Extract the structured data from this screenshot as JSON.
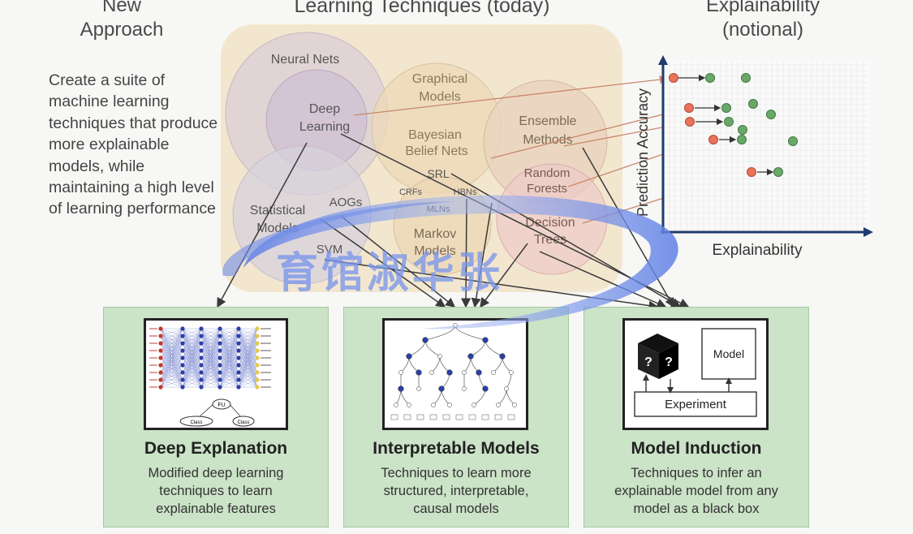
{
  "headers": {
    "new_approach": "New\nApproach",
    "learning": "Learning Techniques (today)",
    "explainability": "Explainability\n(notional)"
  },
  "description": "Create a suite of machine learning techniques that produce more explainable models, while maintaining a high level of learning performance",
  "techniques": {
    "neural_nets": "Neural Nets",
    "deep_learning_1": "Deep",
    "deep_learning_2": "Learning",
    "graphical_models_1": "Graphical",
    "graphical_models_2": "Models",
    "bayesian_1": "Bayesian",
    "bayesian_2": "Belief Nets",
    "ensemble_1": "Ensemble",
    "ensemble_2": "Methods",
    "srl": "SRL",
    "crfs": "CRFs",
    "hbns": "HBNs",
    "random_forests_1": "Random",
    "random_forests_2": "Forests",
    "statistical_1": "Statistical",
    "statistical_2": "Models",
    "aogs": "AOGs",
    "mlns": "MLNs",
    "markov_1": "Markov",
    "markov_2": "Models",
    "decision_trees_1": "Decision",
    "decision_trees_2": "Trees",
    "svm": "SVM"
  },
  "chart": {
    "ylabel": "Prediction Accuracy",
    "xlabel": "Explainability"
  },
  "panels": [
    {
      "title": "Deep Explanation",
      "desc": [
        "Modified deep learning",
        "techniques to learn",
        "explainable features"
      ]
    },
    {
      "title": "Interpretable Models",
      "desc": [
        "Techniques to learn more",
        "structured, interpretable,",
        "causal models"
      ]
    },
    {
      "title": "Model Induction",
      "desc": [
        "Techniques to infer an",
        "explainable model from any",
        "model as a black box"
      ]
    }
  ],
  "model_induction_diagram": {
    "model": "Model",
    "experiment": "Experiment",
    "unknown": "?"
  },
  "deep_explanation_diagram": {
    "node_1": "FU",
    "node_2": "Class",
    "node_3": "Class"
  },
  "watermark": "育馆淑华张",
  "colors": {
    "panel_bg": "#cbe3c7",
    "blob_bg": "#f3e6cf",
    "red_dot": "#e8735a",
    "green_dot": "#6aa86a",
    "network_blue": "#2b3fa6"
  }
}
